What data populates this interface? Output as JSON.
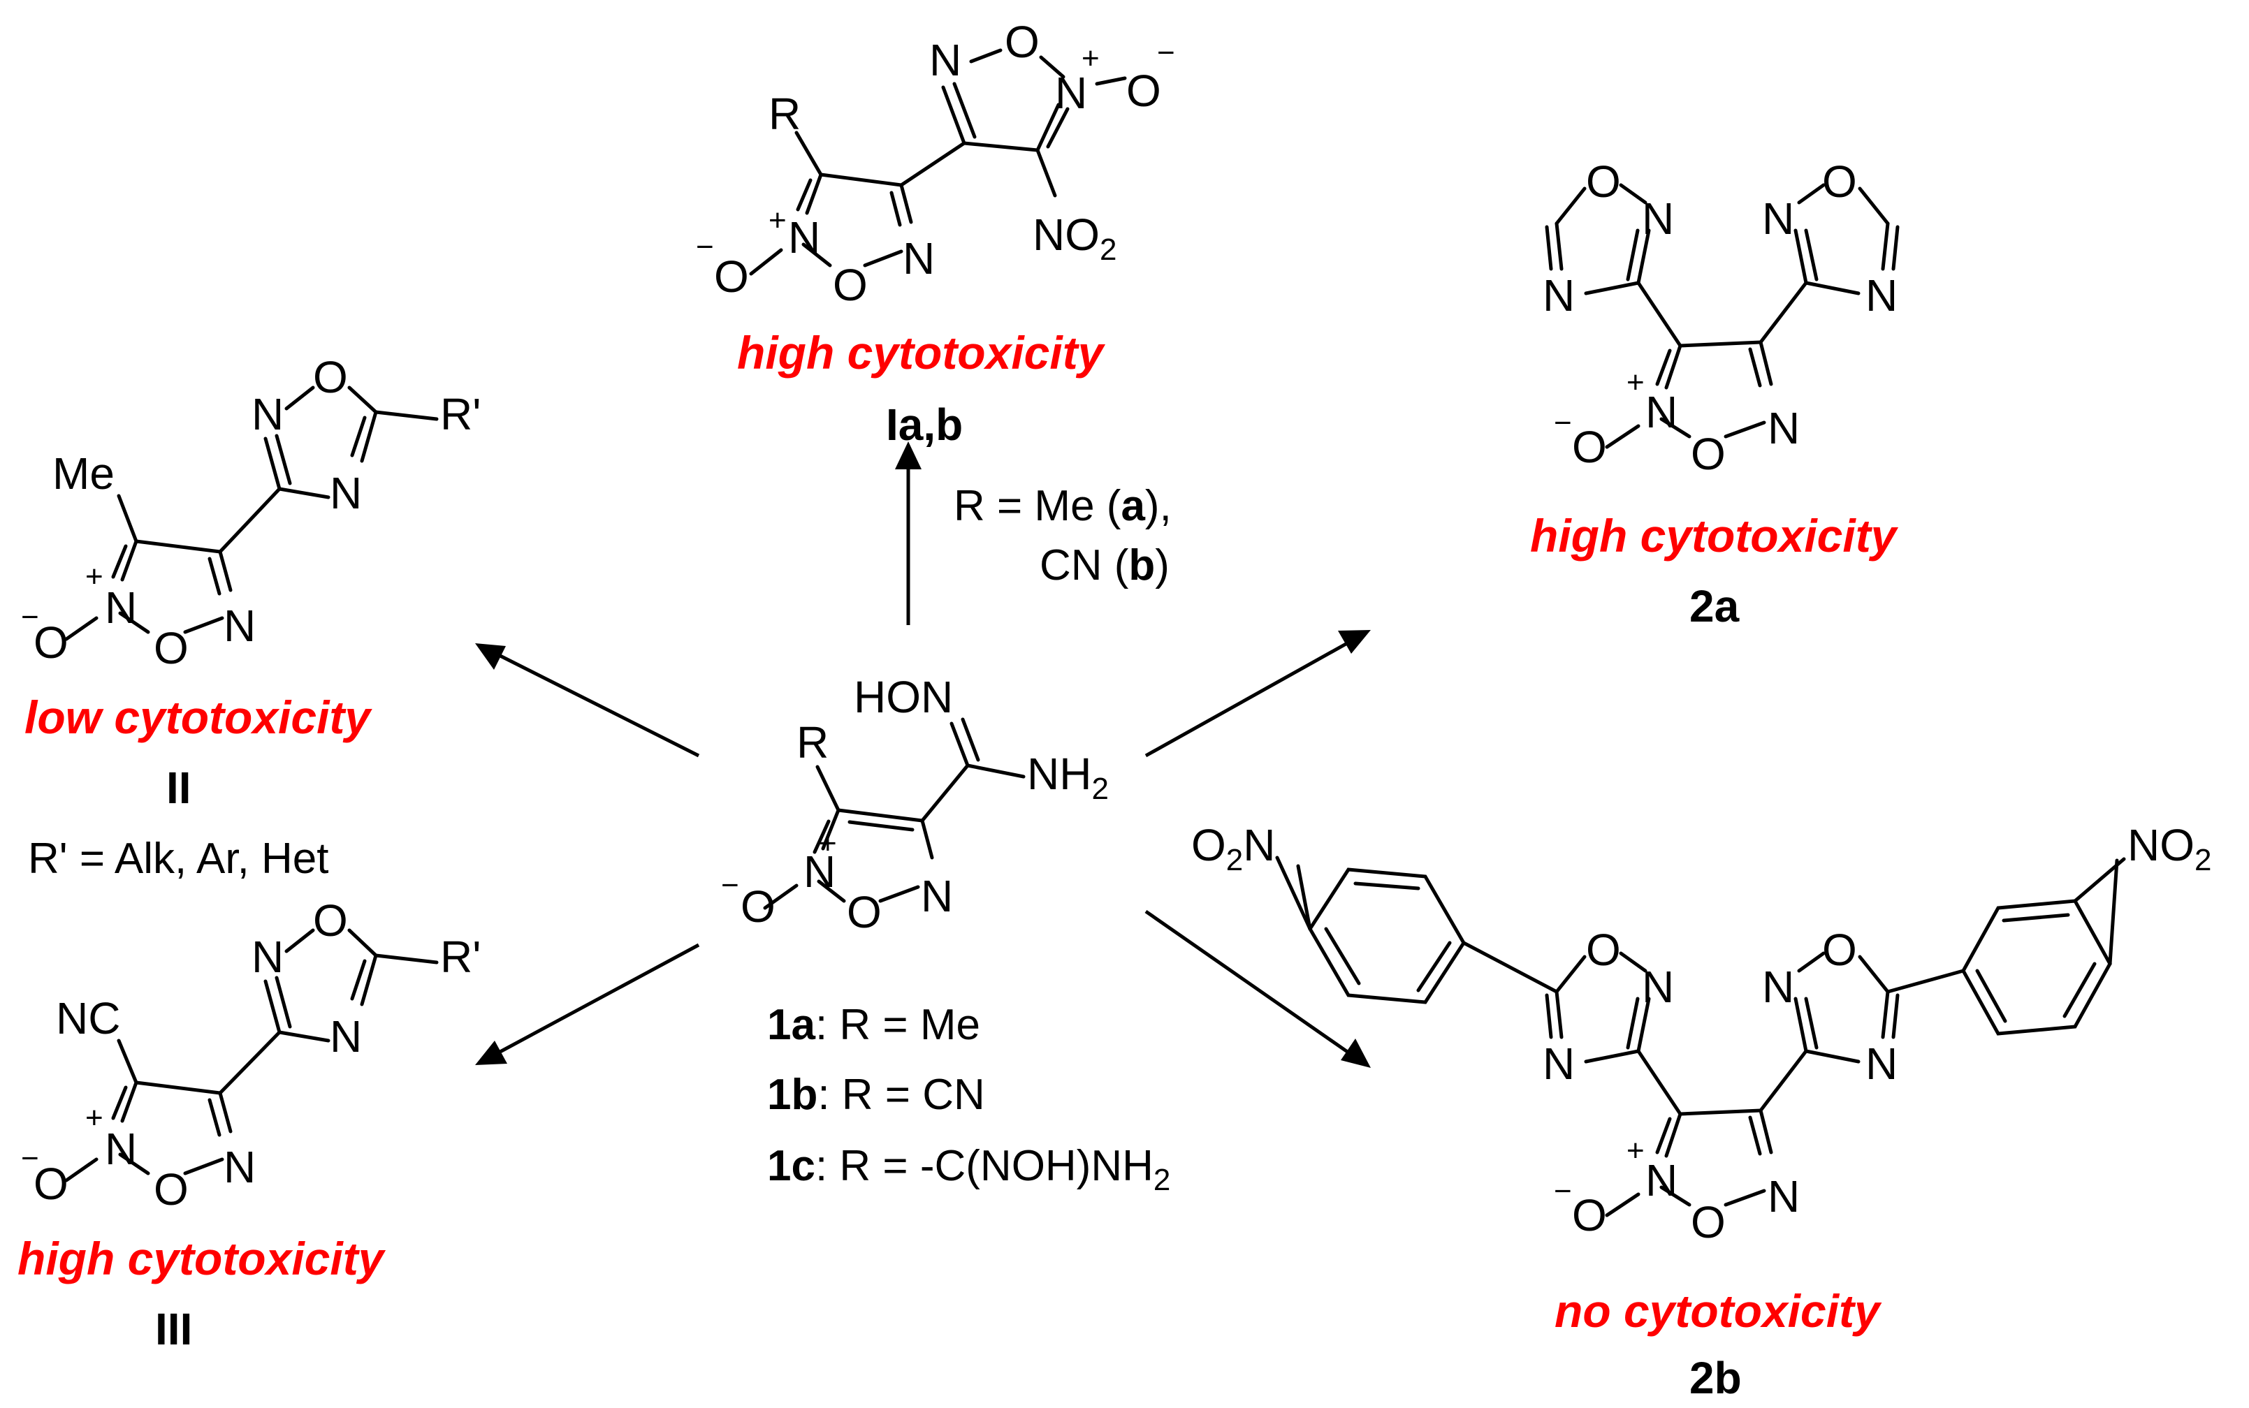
{
  "colors": {
    "toxicity": "#ff0000",
    "ink": "#000000"
  },
  "start": {
    "atoms": {
      "R": "R",
      "HON": "HON",
      "NH": "NH",
      "NH_sub": "2",
      "N": "N",
      "O": "O",
      "plus": "+",
      "minus": "−"
    },
    "labels": [
      {
        "num": "1a",
        "text": ": R = Me"
      },
      {
        "num": "1b",
        "text": ": R = CN"
      },
      {
        "num": "1c",
        "text": ": R = -C(NOH)NH",
        "sub": "2"
      }
    ]
  },
  "product_I": {
    "atoms": {
      "R": "R",
      "N": "N",
      "O": "O",
      "NO": "NO",
      "NO_sub": "2",
      "plus": "+",
      "minus": "−"
    },
    "toxicity": "high cytotoxicity",
    "label": "Ia,b",
    "conditions": [
      {
        "prefix": "R = Me (",
        "bold": "a",
        "suffix": "),"
      },
      {
        "prefix": "CN (",
        "bold": "b",
        "suffix": ")"
      }
    ]
  },
  "product_II": {
    "atoms": {
      "Me": "Me",
      "Rp": "R'",
      "N": "N",
      "O": "O",
      "plus": "+",
      "minus": "−"
    },
    "toxicity": "low cytotoxicity",
    "label": "II",
    "substituent": "R' = Alk, Ar, Het"
  },
  "product_III": {
    "atoms": {
      "NC": "NC",
      "Rp": "R'",
      "N": "N",
      "O": "O",
      "plus": "+",
      "minus": "−"
    },
    "toxicity": "high cytotoxicity",
    "label": "III"
  },
  "product_2a": {
    "atoms": {
      "N": "N",
      "O": "O",
      "plus": "+",
      "minus": "−"
    },
    "toxicity": "high cytotoxicity",
    "label": "2a"
  },
  "product_2b": {
    "atoms": {
      "N": "N",
      "O": "O",
      "plus": "+",
      "minus": "−",
      "O2N_a": "O",
      "O2N_sub": "2",
      "O2N_b": "N",
      "NO": "NO",
      "NO_sub": "2"
    },
    "toxicity": "no cytotoxicity",
    "label": "2b"
  }
}
